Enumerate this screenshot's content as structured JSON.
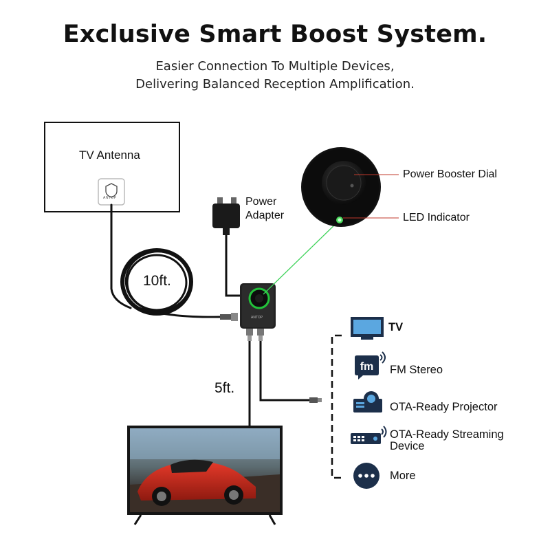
{
  "header": {
    "title": "Exclusive Smart Boost System.",
    "subtitle_line1": "Easier Connection To Multiple Devices,",
    "subtitle_line2": "Delivering Balanced Reception Amplification."
  },
  "antenna": {
    "label": "TV Antenna",
    "brand": "ANTOP"
  },
  "cable_long": {
    "label": "10ft."
  },
  "cable_short": {
    "label": "5ft."
  },
  "power_adapter": {
    "line1": "Power",
    "line2": "Adapter"
  },
  "booster": {
    "brand": "ANTOP",
    "dial_label": "Power Booster Dial",
    "led_label": "LED Indicator",
    "led_color": "#22c33a"
  },
  "devices": [
    {
      "icon": "tv-icon",
      "label": "TV"
    },
    {
      "icon": "fm-radio-icon",
      "label": "FM Stereo",
      "icon_text": "fm"
    },
    {
      "icon": "projector-icon",
      "label": "OTA-Ready Projector"
    },
    {
      "icon": "streaming-device-icon",
      "label_line1": "OTA-Ready Streaming",
      "label_line2": "Device"
    },
    {
      "icon": "more-icon",
      "label": "More"
    }
  ],
  "colors": {
    "icon_navy": "#1c2f4a",
    "accent_red": "#c0392b",
    "led_green": "#22c33a"
  }
}
